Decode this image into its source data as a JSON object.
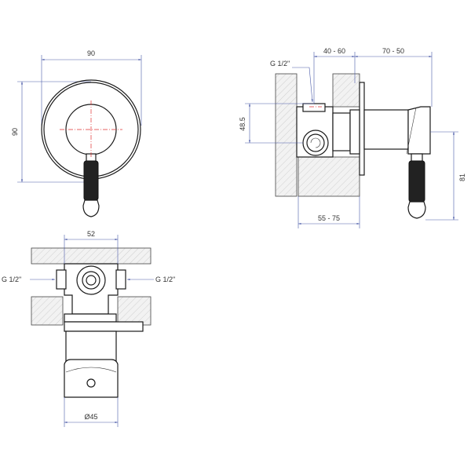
{
  "front_view": {
    "width_label": "90",
    "height_label": "90"
  },
  "side_view": {
    "thread_label": "G 1/2\"",
    "depth_label_a": "40 - 60",
    "depth_label_b": "70 - 50",
    "center_height_label": "48.5",
    "handle_label": "81",
    "wall_depth_label": "55 - 75"
  },
  "top_view": {
    "spacing_label": "52",
    "inlet_left_label": "G 1/2\"",
    "inlet_right_label": "G 1/2\"",
    "diameter_label": "Ø45"
  }
}
